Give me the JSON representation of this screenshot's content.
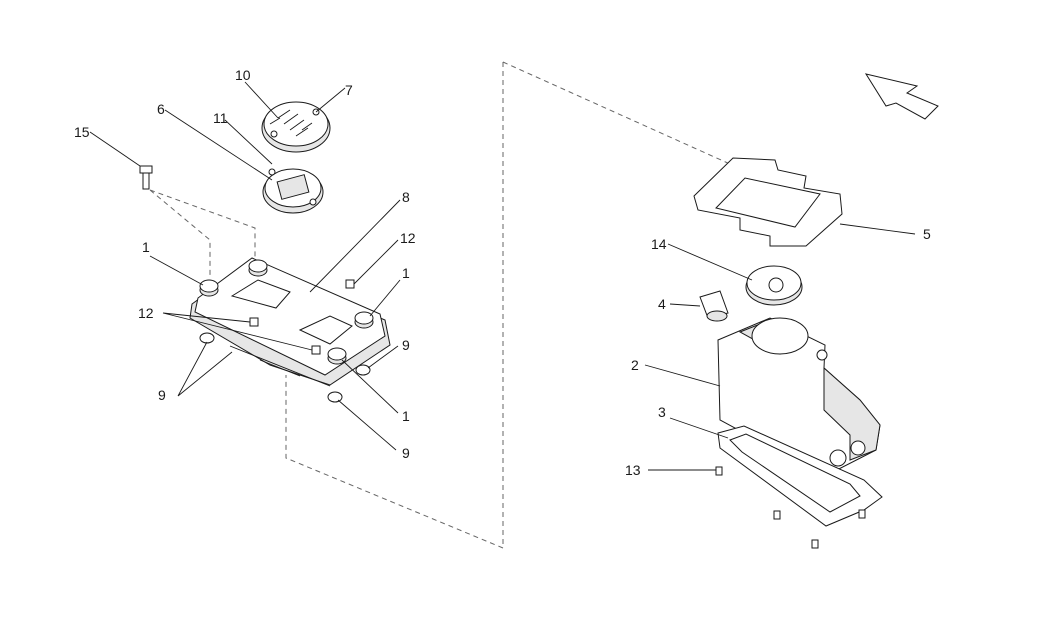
{
  "callouts": {
    "c1a": "1",
    "c1b": "1",
    "c1c": "1",
    "c2": "2",
    "c3": "3",
    "c4": "4",
    "c5": "5",
    "c6": "6",
    "c7": "7",
    "c8": "8",
    "c9a": "9",
    "c9b": "9",
    "c9c": "9",
    "c10": "10",
    "c11": "11",
    "c12a": "12",
    "c12b": "12",
    "c13": "13",
    "c14": "14",
    "c15": "15"
  },
  "icons": {
    "orientation_arrow": "front-direction-arrow-icon"
  }
}
